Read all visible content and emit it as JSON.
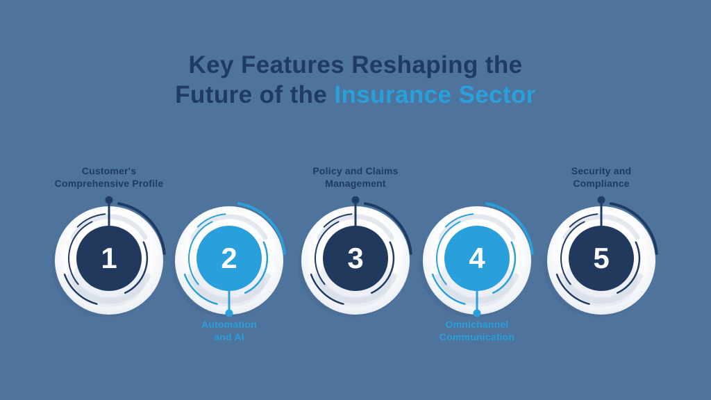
{
  "title": {
    "line1": "Key Features Reshaping the",
    "line2_prefix": "Future of the ",
    "line2_highlight": "Insurance Sector"
  },
  "colors": {
    "background": "#4E739C",
    "navy": "#1F3A63",
    "light_blue": "#2AA0DB",
    "number_text": "#FFFFFF",
    "blob_white": "#FFFFFF"
  },
  "items": [
    {
      "number": "1",
      "label": "Customer's\nComprehensive Profile",
      "theme": "navy",
      "label_position": "above"
    },
    {
      "number": "2",
      "label": "Automation\nand AI",
      "theme": "blue",
      "label_position": "below"
    },
    {
      "number": "3",
      "label": "Policy and Claims\nManagement",
      "theme": "navy",
      "label_position": "above"
    },
    {
      "number": "4",
      "label": "Omnichannel\nCommunication",
      "theme": "blue",
      "label_position": "below"
    },
    {
      "number": "5",
      "label": "Security and\nCompliance",
      "theme": "navy",
      "label_position": "above"
    }
  ]
}
